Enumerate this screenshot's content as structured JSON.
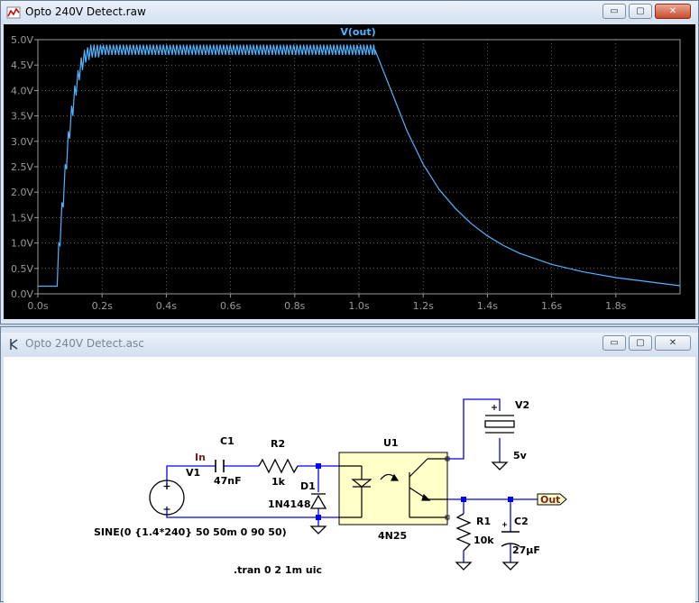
{
  "waveform_window": {
    "title": "Opto 240V Detect.raw",
    "buttons": {
      "minimize": "▭",
      "maximize": "▢",
      "close": "✕"
    }
  },
  "schematic_window": {
    "title": "Opto 240V Detect.asc",
    "buttons": {
      "minimize": "▭",
      "maximize": "▢",
      "close": "✕"
    }
  },
  "chart_data": {
    "type": "line",
    "title": "V(out)",
    "xlim": [
      0,
      2
    ],
    "ylim": [
      0,
      5
    ],
    "x_ticks": [
      0,
      0.2,
      0.4,
      0.6,
      0.8,
      1.0,
      1.2,
      1.4,
      1.6,
      1.8
    ],
    "x_tick_labels": [
      "0.0s",
      "0.2s",
      "0.4s",
      "0.6s",
      "0.8s",
      "1.0s",
      "1.2s",
      "1.4s",
      "1.6s",
      "1.8s"
    ],
    "y_ticks": [
      0,
      0.5,
      1,
      1.5,
      2,
      2.5,
      3,
      3.5,
      4,
      4.5,
      5
    ],
    "y_tick_labels": [
      "0.0V",
      "0.5V",
      "1.0V",
      "1.5V",
      "2.0V",
      "2.5V",
      "3.0V",
      "3.5V",
      "4.0V",
      "4.5V",
      "5.0V"
    ],
    "grid": true,
    "colors": {
      "background": "#000000",
      "trace": "#4fb4ff",
      "axis": "#9a9a9a",
      "title": "#4fb4ff"
    },
    "series": [
      {
        "name": "V(out)",
        "x": [
          0,
          0.06,
          0.065,
          0.069,
          0.075,
          0.079,
          0.085,
          0.089,
          0.095,
          0.099,
          0.105,
          0.109,
          0.115,
          0.119,
          0.125,
          0.129,
          0.135,
          0.139,
          0.145,
          0.149,
          0.155,
          0.159,
          0.165,
          0.169,
          0.175,
          0.179,
          0.185,
          0.189,
          0.195,
          0.2,
          1.05,
          1.1,
          1.15,
          1.2,
          1.25,
          1.3,
          1.35,
          1.4,
          1.45,
          1.5,
          1.6,
          1.7,
          1.8,
          1.9,
          2.0
        ],
        "y": [
          0.15,
          0.15,
          1.0,
          0.95,
          1.8,
          1.7,
          2.55,
          2.45,
          3.2,
          3.05,
          3.7,
          3.5,
          4.1,
          3.9,
          4.4,
          4.2,
          4.65,
          4.4,
          4.8,
          4.55,
          4.85,
          4.6,
          4.9,
          4.65,
          4.9,
          4.65,
          4.9,
          4.65,
          4.9,
          4.7,
          4.8,
          4.0,
          3.2,
          2.55,
          2.05,
          1.68,
          1.38,
          1.14,
          0.95,
          0.8,
          0.58,
          0.43,
          0.32,
          0.24,
          0.16
        ]
      }
    ],
    "ripple": {
      "x_start": 0.2,
      "x_end": 1.05,
      "period": 0.0104,
      "y_high": 4.9,
      "y_low": 4.7
    }
  },
  "schematic": {
    "colors": {
      "wire": "#0000ff",
      "component": "#000000",
      "label": "#000000",
      "net_label": "#7a1f1f",
      "node": "#0000ff",
      "opto_fill": "#ffffc8",
      "port_fill": "#ffffc8"
    },
    "labels": {
      "net_in": "In",
      "c1_ref": "C1",
      "c1_val": "47nF",
      "r2_ref": "R2",
      "r2_val": "1k",
      "d1_ref": "D1",
      "d1_val": "1N4148",
      "v1_ref": "V1",
      "v1_val": "SINE(0 {1.4*240} 50 50m 0 90 50)",
      "u1_ref": "U1",
      "u1_val": "4N25",
      "v2_ref": "V2",
      "v2_val": "5v",
      "r1_ref": "R1",
      "r1_val": "10k",
      "c2_ref": "C2",
      "c2_val": "27µF",
      "net_out": "Out",
      "directive": ".tran 0 2 1m uic"
    }
  }
}
